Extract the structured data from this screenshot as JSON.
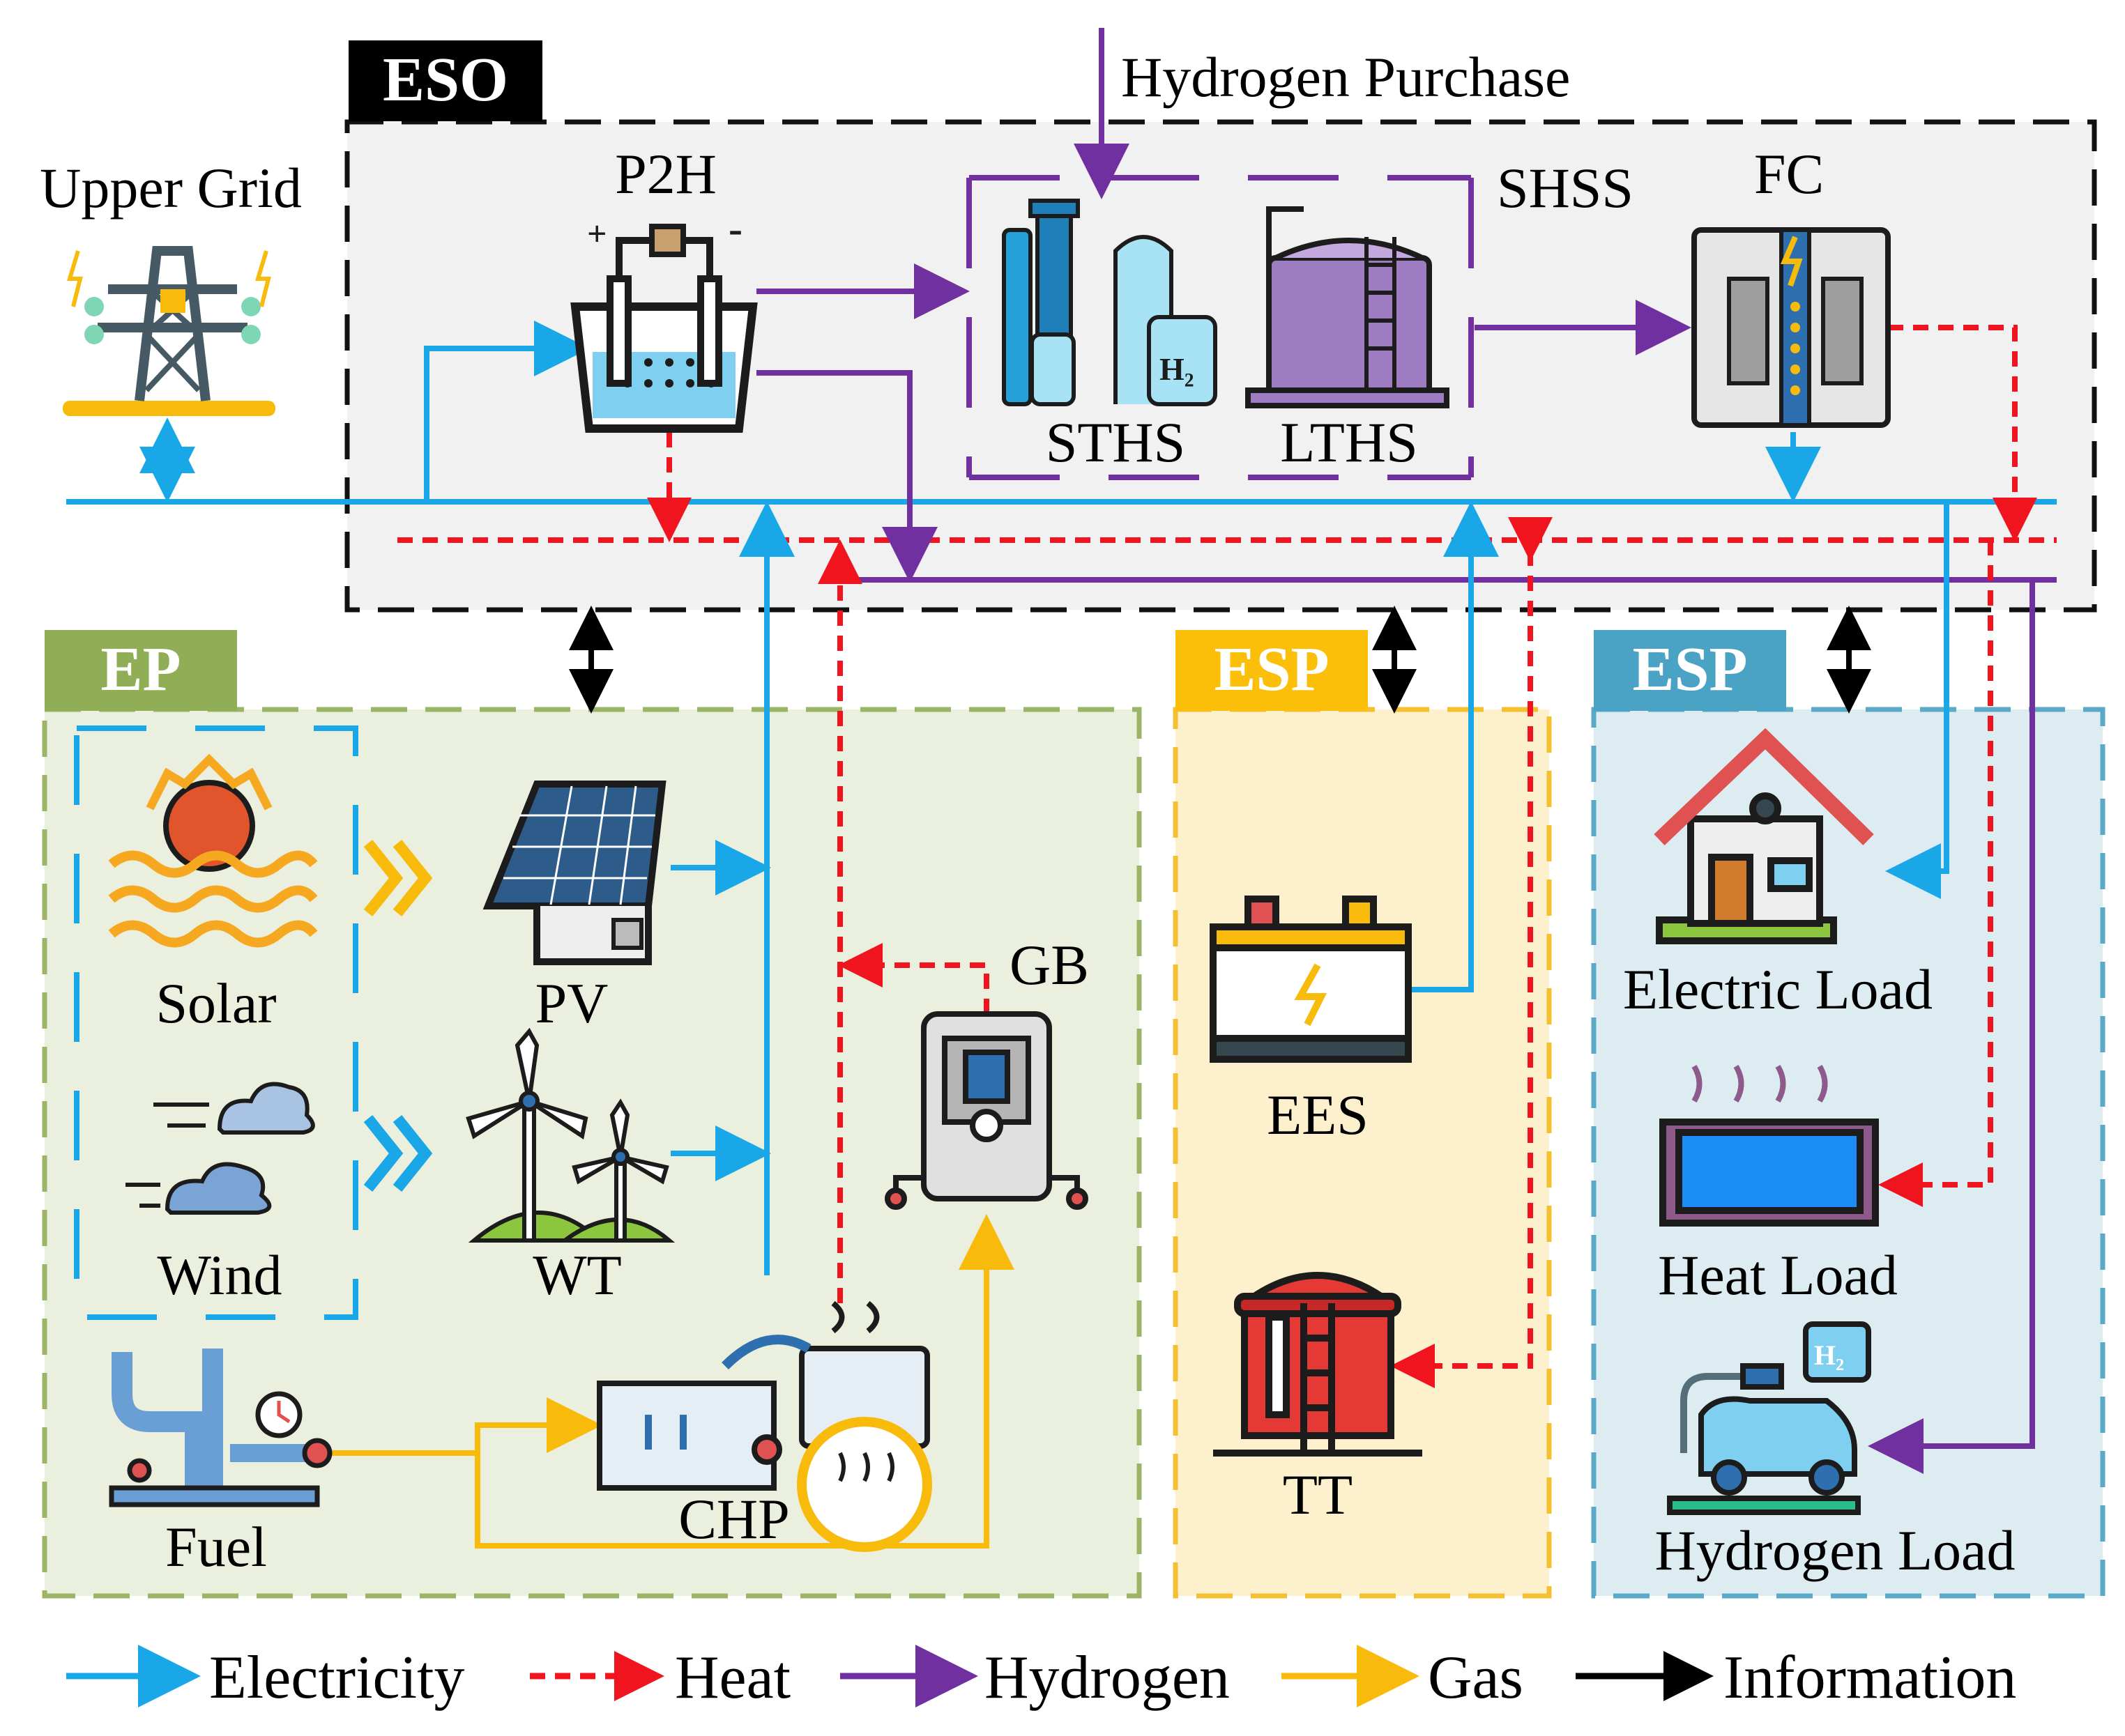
{
  "regions": {
    "eso": {
      "tag": "ESO",
      "tag_bg": "#000000"
    },
    "ep": {
      "tag": "EP",
      "tag_bg": "#8fae55",
      "fill": "#eaf0dd",
      "border": "#9bb567"
    },
    "esp_storage": {
      "tag": "ESP",
      "tag_bg": "#fbbf0a",
      "fill": "#fdf0cc",
      "border": "#f4c030"
    },
    "esp_load": {
      "tag": "ESP",
      "tag_bg": "#4aa3c4",
      "fill": "#dcecf1",
      "border": "#5aa9c6"
    }
  },
  "labels": {
    "upper_grid": "Upper Grid",
    "hydrogen_purchase": "Hydrogen Purchase",
    "p2h": "P2H",
    "shss": "SHSS",
    "fc": "FC",
    "sths": "STHS",
    "lths": "LTHS",
    "solar": "Solar",
    "wind": "Wind",
    "pv": "PV",
    "wt": "WT",
    "gb": "GB",
    "fuel": "Fuel",
    "chp": "CHP",
    "ees": "EES",
    "tt": "TT",
    "electric_load": "Electric Load",
    "heat_load": "Heat Load",
    "hydrogen_load": "Hydrogen Load"
  },
  "legend": [
    {
      "label": "Electricity",
      "color": "#1aa7e8",
      "style": "solid"
    },
    {
      "label": "Heat",
      "color": "#f0141e",
      "style": "dashed"
    },
    {
      "label": "Hydrogen",
      "color": "#7030a0",
      "style": "solid"
    },
    {
      "label": "Gas",
      "color": "#f9bb0b",
      "style": "solid"
    },
    {
      "label": "Information",
      "color": "#000000",
      "style": "solid"
    }
  ],
  "colors": {
    "electricity": "#1aa7e8",
    "heat": "#f0141e",
    "hydrogen": "#7030a0",
    "gas": "#f9bb0b",
    "information": "#000000"
  },
  "icons": {
    "upper_grid": "transmission-tower-icon",
    "p2h": "electrolyzer-icon",
    "sths": "hydrogen-tank-icon",
    "lths": "hydrogen-storage-tank-icon",
    "fc": "fuel-cell-icon",
    "solar": "sun-icon",
    "wind": "wind-cloud-icon",
    "pv": "solar-panel-icon",
    "wt": "wind-turbine-icon",
    "gb": "gas-boiler-icon",
    "fuel": "gas-pipeline-icon",
    "chp": "chp-unit-icon",
    "ees": "battery-icon",
    "tt": "thermal-tank-icon",
    "electric_load": "house-icon",
    "heat_load": "heated-pool-icon",
    "hydrogen_load": "hydrogen-car-icon"
  }
}
